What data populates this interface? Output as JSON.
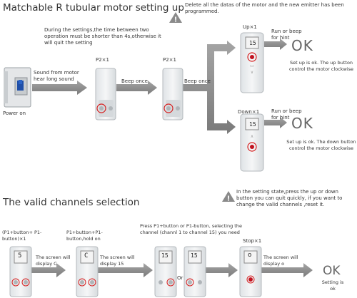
{
  "section1": {
    "title": "Matchable R tubular motor setting up",
    "warning": "Delete all the datas of the motor and the new emitter has been programmed.",
    "timing_note": "During the settings,the time between two operation must be shorter than 4s,otherwise it will quit the setting",
    "power_on": "Power on",
    "sound_note": "Sound from motor hear long sound",
    "p2_first": "P2×1",
    "beep_once_1": "Beep once",
    "p2_second": "P2×1",
    "beep_once_2": "Beep once",
    "up_label": "Up×1",
    "up_hint": "Run or beep for hint",
    "up_ok": "OK",
    "up_result": "Set up is ok. The up button control the motor clockwise",
    "down_label": "Down×1",
    "down_hint": "Run or beep for hint",
    "down_ok": "OK",
    "down_result": "Set up is ok. The down button control the motor clockwise",
    "display_15": "15"
  },
  "section2": {
    "title": "The valid channels selection",
    "warning": "In the setting state,press the up or down button you can quit quickly, if you want to change the valid channels ,reset it.",
    "step1_label": "(P1+button+ P1-button)×1",
    "step1_display": "5",
    "step1_caption": "The screen will display C",
    "step2_label": "P1+button+P1- button,hold on",
    "step2_display": "C",
    "step2_caption": "The screen will display 15",
    "step3_label": "Press P1+button or P1-button, selecting the channel (channl 1 to channel 15) you need",
    "step3_display": "15",
    "or_label": "Or",
    "step4_display": "15",
    "stop_label": "Stop×1",
    "stop_caption": "The screen will display o",
    "stop_display": "o",
    "ok": "OK",
    "result": "Setting is ok"
  },
  "colors": {
    "arrow": "#8a8a8a",
    "remote": "#e9ecee",
    "highlight": "#d62020",
    "warning": "#8a8a8a"
  }
}
